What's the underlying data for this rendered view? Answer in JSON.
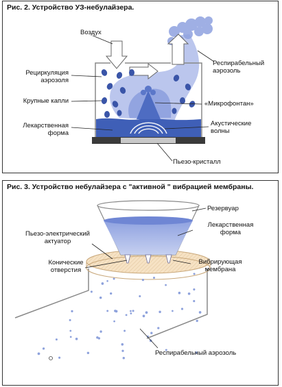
{
  "figure2": {
    "caption": "Рис. 2. Устройство УЗ-небулайзера.",
    "labels": {
      "air": "Воздух",
      "recirc_l1": "Рециркуляция",
      "recirc_l2": "аэрозоля",
      "big_drops": "Крупные капли",
      "med_form_l1": "Лекарственная",
      "med_form_l2": "форма",
      "resp_l1": "Респирабельный",
      "resp_l2": "аэрозоль",
      "microfountain": "«Микрофонтан»",
      "acoustic_l1": "Акустические",
      "acoustic_l2": "волны",
      "piezo": "Пьезо-кристалл"
    }
  },
  "figure3": {
    "caption": "Рис. 3. Устройство небулайзера с \"активной \" вибрацией мембраны.",
    "labels": {
      "reservoir": "Резервуар",
      "med_form_l1": "Лекарственная",
      "med_form_l2": "форма",
      "piezo_act_l1": "Пьезо-электрический",
      "piezo_act_l2": "актуатор",
      "conic_l1": "Конические",
      "conic_l2": "отверстия",
      "vib_l1": "Вибрирующая",
      "vib_l2": "мембрана",
      "resp_aerosol": "Респирабельный аэрозоль"
    }
  },
  "colors": {
    "liquid": "#3f5fb7",
    "mist": "#aab8e6",
    "drop": "#3a55a8",
    "membrane": "#f4dcb8",
    "frame": "#555555"
  }
}
